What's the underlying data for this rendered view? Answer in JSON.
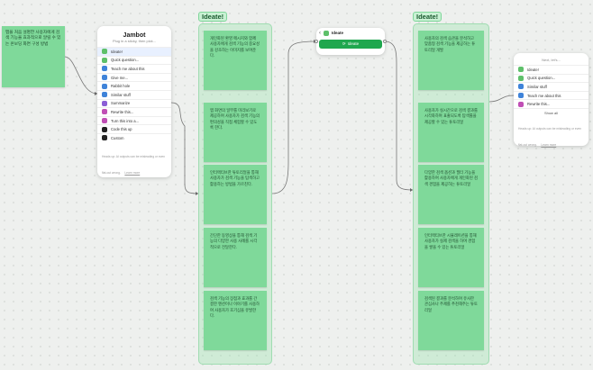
{
  "source_sticky": {
    "text": "맵을 처음 설명한 사용자에게 검색 기능을 효과적으로 알릴 수 있는 온보딩 화면 구성 방법"
  },
  "jambot": {
    "title": "Jambot",
    "subtitle": "Plug in a sticky, then pick...",
    "items": [
      {
        "label": "Ideate!",
        "color": "#5ec06a",
        "icon": "lightbulb-icon",
        "selected": true
      },
      {
        "label": "Quick question...",
        "color": "#5ec06a",
        "icon": "question-icon"
      },
      {
        "label": "Teach me about this",
        "color": "#3f83d9",
        "icon": "book-icon"
      },
      {
        "label": "Give me...",
        "color": "#3f83d9",
        "icon": "list-icon"
      },
      {
        "label": "Rabbit hole",
        "color": "#3f83d9",
        "icon": "rabbit-icon"
      },
      {
        "label": "Similar stuff",
        "color": "#3f83d9",
        "icon": "similar-icon"
      },
      {
        "label": "Summarize",
        "color": "#8b5ed6",
        "icon": "summarize-icon"
      },
      {
        "label": "Rewrite this...",
        "color": "#c04fb5",
        "icon": "rewrite-icon"
      },
      {
        "label": "Turn this into a...",
        "color": "#c04fb5",
        "icon": "transform-icon"
      },
      {
        "label": "Code this up",
        "color": "#222222",
        "icon": "code-icon"
      },
      {
        "label": "Custom",
        "color": "#222222",
        "icon": "custom-icon"
      }
    ],
    "footer_text": "Heads up: AI outputs can be misleading or even flat-out wrong.",
    "footer_link": "Learn more"
  },
  "frame1": {
    "label": "Ideate!",
    "cards": [
      "개인화된 환영 메시지와 함께 사용자에게 검색 기능의 중요성을 강조하는 이미지를 보여준다.",
      "앱 화면의 일부를 미리보기로 제공하여 사용자가 검색 기능의 편의성을 직접 체험할 수 있도록 한다.",
      "인터랙티브한 튜토리얼을 통해 사용자가 검색 기능을 탐색하고 활용하는 방법을 가르친다.",
      "간단한 동영상을 통해 검색 기능의 다양한 사용 사례를 시각적으로 전달한다.",
      "검색 기능의 장점과 효과를 간결한 멘션이나 이야기를 사용하여 사용자가 호기심을 유발한다."
    ]
  },
  "ideate_node": {
    "label": "Ideate",
    "button_label": "Ideate"
  },
  "frame2": {
    "label": "Ideate!",
    "cards": [
      "사용자의 검색 습관을 분석하고 맞춤형 검색 기능을 제공하는 튜토리얼 개발",
      "사용자가 실시간으로 검색 결과를 시각화하며 표출되도록 탐색툴을 제공할 수 있는 튜토리얼",
      "다양한 검색 옵션과 필터 기능을 활용하여 사용자에게 개인화된 검색 경험을 제공하는 튜토리얼",
      "인터랙티브한 시뮬레이션을 통해 사용자가 실제 검색을 하며 경험을 쌓을 수 있는 튜토리얼",
      "검색된 결과를 분석하여 유사한 관심사나 주제를 추천해주는 튜토리얼"
    ]
  },
  "next_panel": {
    "title": "Next, let's...",
    "items": [
      {
        "label": "Ideate!",
        "color": "#5ec06a",
        "icon": "lightbulb-icon"
      },
      {
        "label": "Quick question...",
        "color": "#5ec06a",
        "icon": "question-icon"
      },
      {
        "label": "Similar stuff",
        "color": "#3f83d9",
        "icon": "similar-icon"
      },
      {
        "label": "Teach me about this",
        "color": "#3f83d9",
        "icon": "book-icon"
      },
      {
        "label": "Rewrite this...",
        "color": "#c04fb5",
        "icon": "rewrite-icon"
      }
    ],
    "show_all": "Show all",
    "footer_text": "Heads up: AI outputs can be misleading or even flat-out wrong.",
    "footer_link": "Learn more"
  }
}
